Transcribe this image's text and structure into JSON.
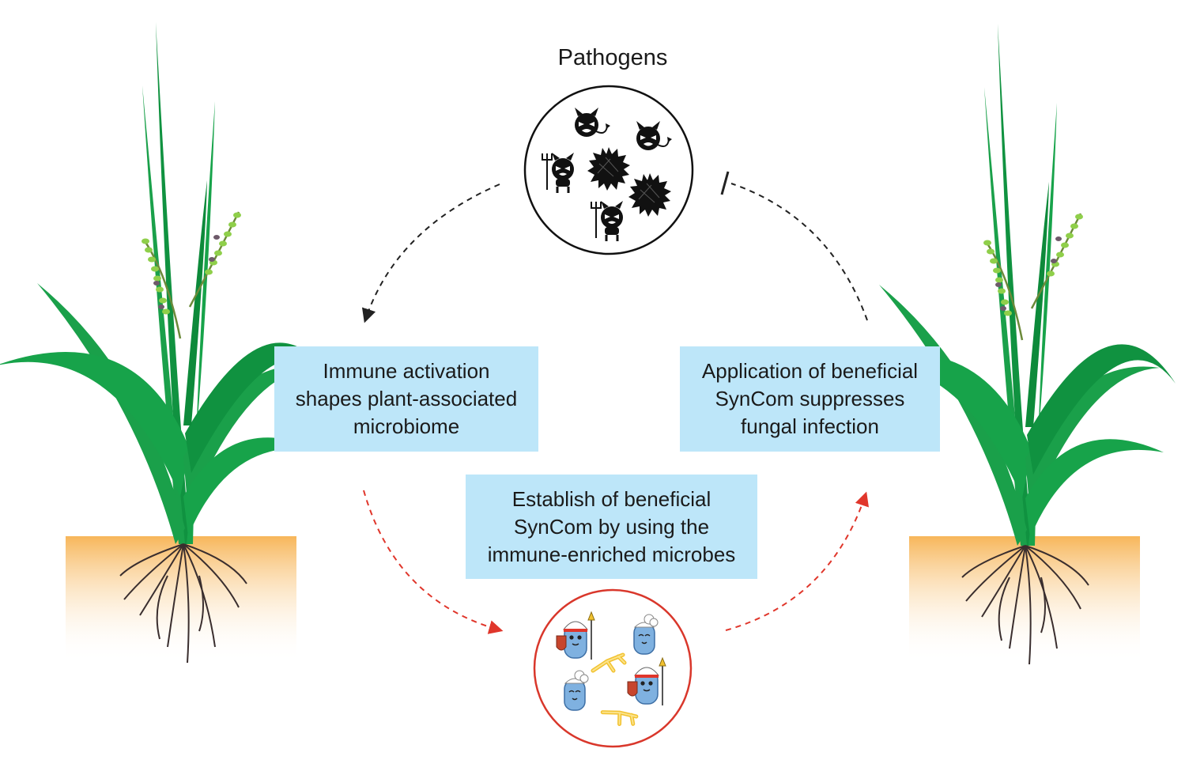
{
  "diagram": {
    "title": "Pathogens",
    "boxes": {
      "immune": {
        "lines": [
          "Immune activation",
          "shapes plant-associated",
          "microbiome"
        ]
      },
      "application": {
        "lines": [
          "Application of beneficial",
          "SynCom suppresses",
          "fungal infection"
        ]
      },
      "establish": {
        "lines": [
          "Establish of beneficial",
          "SynCom by using the",
          "immune-enriched microbes"
        ]
      }
    },
    "colors": {
      "box_fill": "#bde6f9",
      "leaf_green": "#1aa04a",
      "soil": "#f7b65a",
      "red_arrow": "#e0362b",
      "black_arrow": "#222222",
      "microbe_blue": "#7fb1e0",
      "hyphae_yellow": "#f2c230"
    }
  }
}
